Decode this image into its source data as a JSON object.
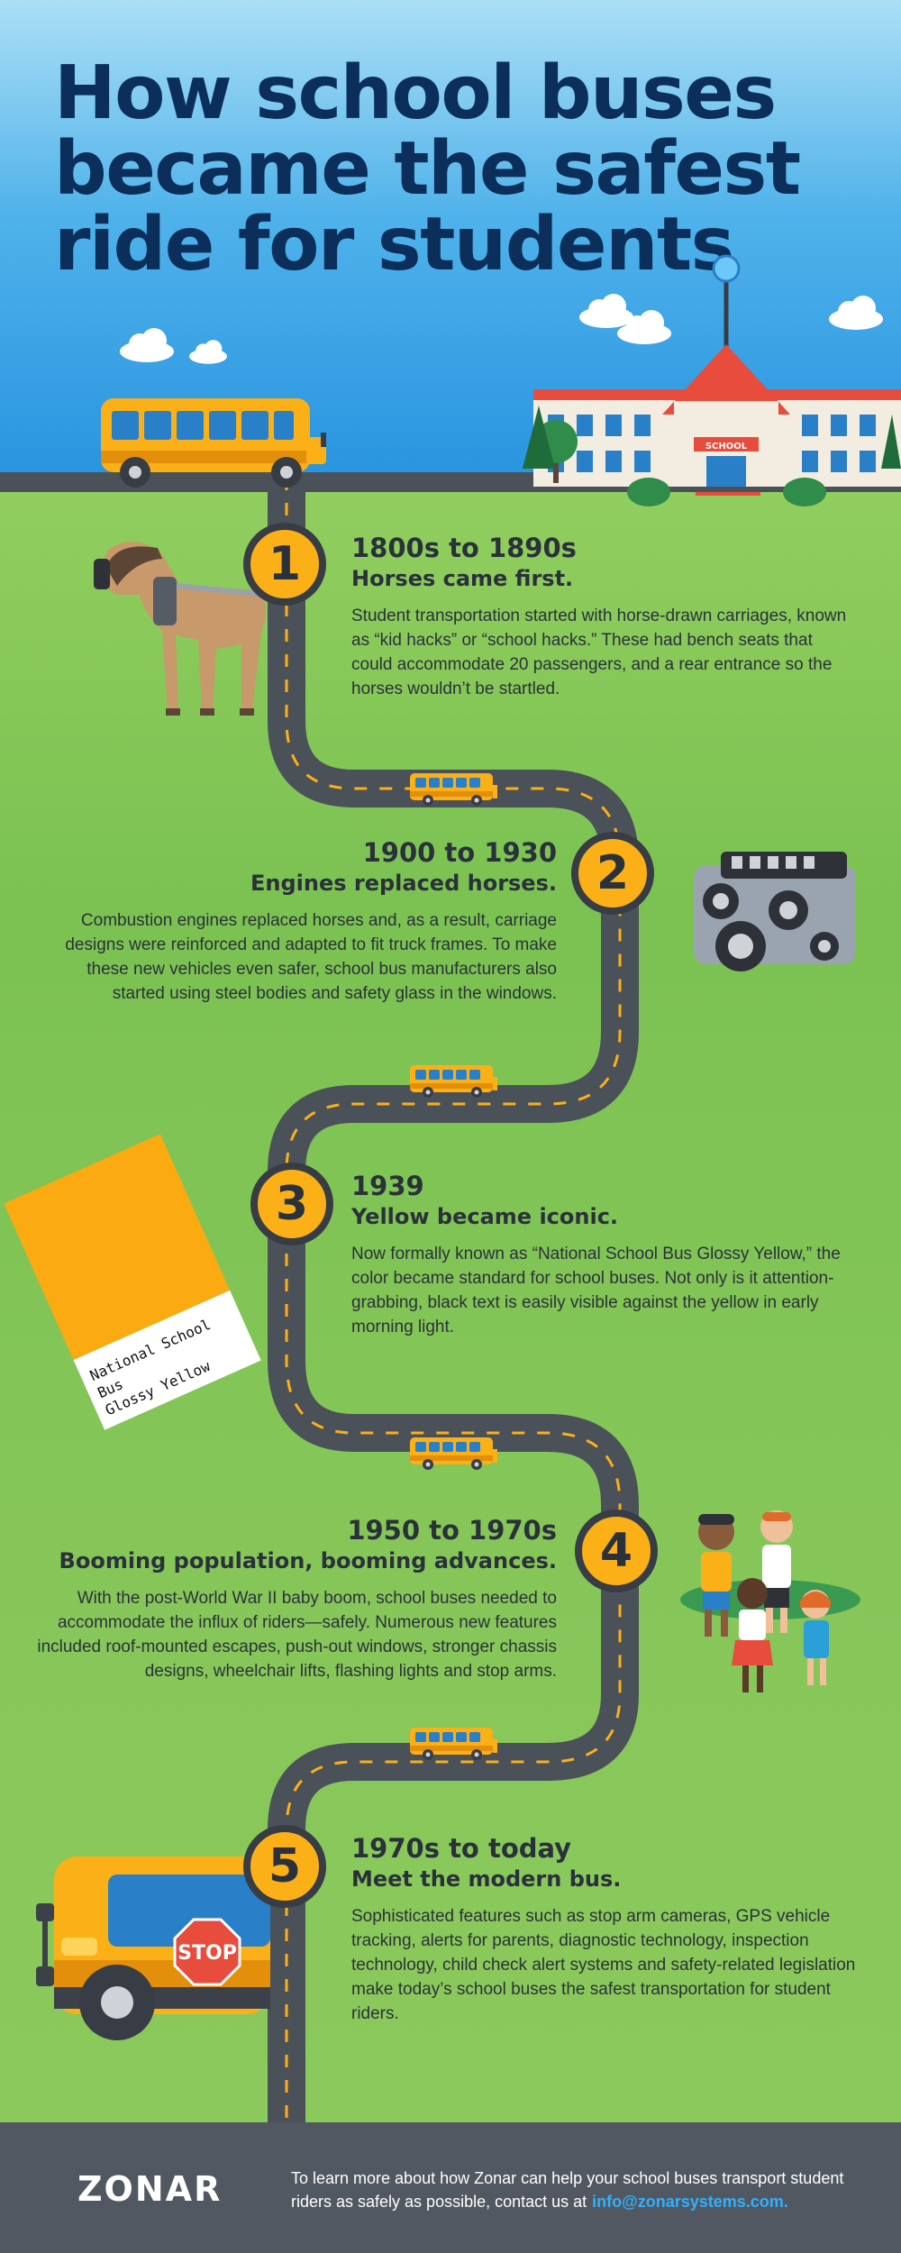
{
  "headline": {
    "line1": "How school buses",
    "line2": "became the safest",
    "line3": "ride for students"
  },
  "school_sign": "SCHOOL",
  "steps": [
    {
      "number": "1",
      "years": "1800s to 1890s",
      "title": "Horses came first.",
      "body": "Student transportation started with horse-drawn carriages, known as “kid hacks” or “school hacks.” These had bench seats that could accommodate 20 passengers, and a rear entrance so the horses wouldn’t be startled."
    },
    {
      "number": "2",
      "years": "1900 to 1930",
      "title": "Engines replaced horses.",
      "body": "Combustion engines replaced horses and, as a result, carriage designs were reinforced and adapted to fit truck frames. To make these new vehicles even safer, school bus manufacturers also started using steel bodies and safety glass in the windows."
    },
    {
      "number": "3",
      "years": "1939",
      "title": "Yellow became iconic.",
      "body": "Now formally known as “National School Bus Glossy Yellow,” the color became standard for school buses. Not only is it attention-grabbing, black text is easily visible against the yellow in early morning light."
    },
    {
      "number": "4",
      "years": "1950 to 1970s",
      "title": "Booming population, booming advances.",
      "body": "With the post-World War II baby boom, school buses needed to accommodate the influx of riders—safely. Numerous new features included roof-mounted escapes, push-out windows, stronger chassis designs, wheelchair lifts, flashing lights and stop arms."
    },
    {
      "number": "5",
      "years": "1970s to today",
      "title": "Meet the modern bus.",
      "body": "Sophisticated features such as stop arm cameras, GPS vehicle tracking, alerts for parents, diagnostic technology, inspection technology, child check alert systems and safety-related legislation make today’s school buses the safest transportation for student riders."
    }
  ],
  "swatch": {
    "line1": "National School Bus",
    "line2": "Glossy Yellow",
    "color": "#fbaa12"
  },
  "stop_sign": "STOP",
  "footer": {
    "brand": "ZONAR",
    "text": "To learn more about how Zonar can help your school buses transport student riders as safely as possible, contact us at",
    "email": "info@zonarsystems.com."
  },
  "colors": {
    "navy": "#0b2e5a",
    "bus_yellow": "#fbb017",
    "road": "#4b5159",
    "grass": "#7bc252",
    "footer_bg": "#525861",
    "link": "#2fb1ff"
  },
  "icons": [
    "bus-icon",
    "school-building-icon",
    "horse-icon",
    "engine-icon",
    "kids-icon",
    "modern-bus-icon",
    "stop-sign-icon",
    "cloud-icon",
    "tree-icon",
    "zonar-logo-icon"
  ]
}
